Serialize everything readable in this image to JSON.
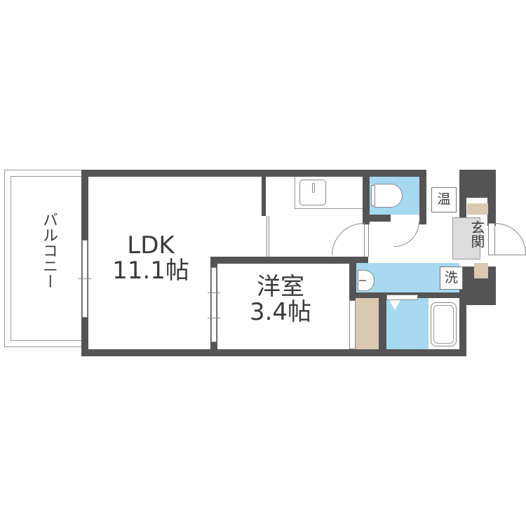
{
  "floorplan": {
    "balcony": {
      "label": "バルコニー"
    },
    "ldk": {
      "name": "LDK",
      "size": "11.1帖"
    },
    "western_room": {
      "name": "洋室",
      "size": "3.4帖"
    },
    "water_heater": {
      "label": "温"
    },
    "entrance": {
      "label": "玄関"
    },
    "washer": {
      "label": "洗"
    }
  },
  "colors": {
    "wall": "#545454",
    "wet_area": "#a6d8f0",
    "storage": "#d9c9b2",
    "entrance_floor": "#dcdcdc"
  }
}
